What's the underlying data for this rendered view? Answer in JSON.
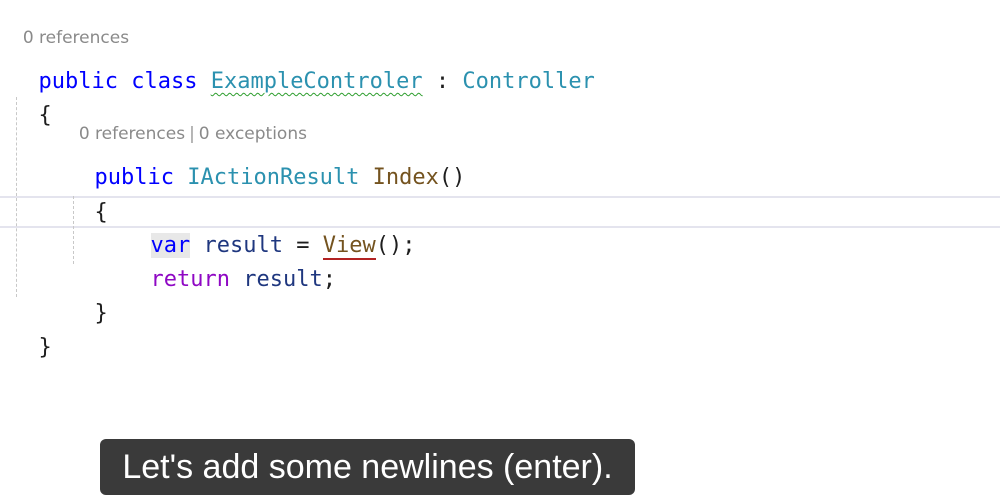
{
  "codelens": {
    "class_refs": "0 references",
    "method_refs": "0 references",
    "method_sep": "|",
    "method_exceptions": "0 exceptions"
  },
  "code": {
    "l1": {
      "kw1": "public",
      "kw2": "class",
      "name": "ExampleControler",
      "colon": ":",
      "base": "Controller"
    },
    "l2": {
      "brace": "{"
    },
    "l3": {
      "kw": "public",
      "type": "IActionResult",
      "method": "Index",
      "parens": "()"
    },
    "l4": {
      "brace": "{"
    },
    "l5": {
      "kw": "var",
      "ident": "result",
      "op": "=",
      "call": "View",
      "tail": "();"
    },
    "l6": {
      "kw": "return",
      "ident": "result",
      "tail": ";"
    },
    "l7": {
      "brace": "}"
    },
    "l8": {
      "brace": "}"
    }
  },
  "caption": {
    "text": "Let's add some newlines (enter)."
  }
}
